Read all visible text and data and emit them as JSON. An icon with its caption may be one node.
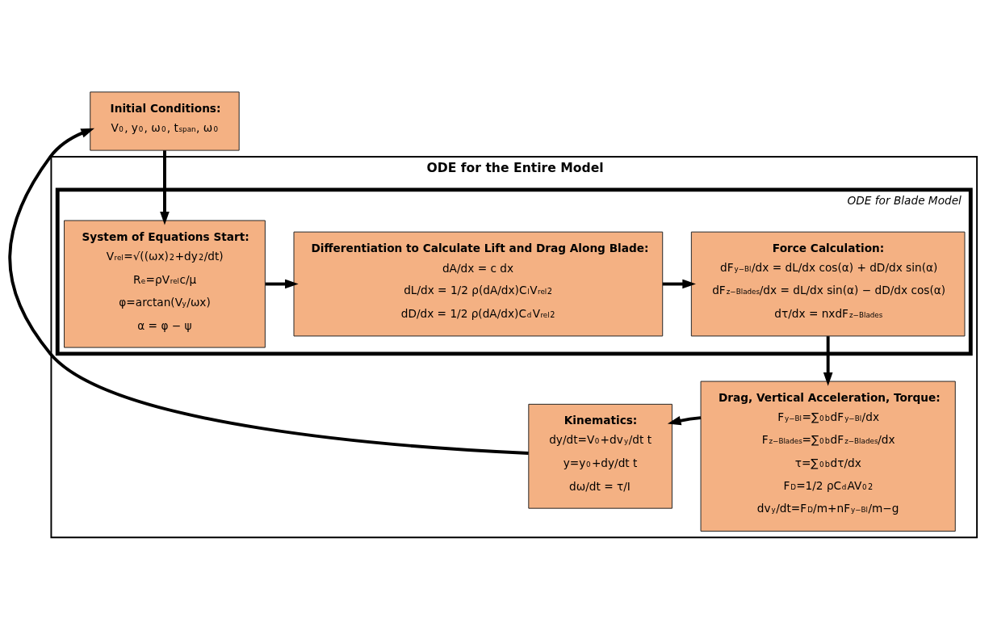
{
  "diagram": {
    "nodes": [
      {
        "text": [
          "ODE for the Entire Model"
        ]
      },
      {
        "text": [
          "Initial Conditions:",
          "V$_{0}$, y$_{0}$, ω$_{0}$, t$_{span}$, ω$_{0}$"
        ]
      },
      {
        "text": [
          "ODE for Blade Model"
        ],
        "in": 0
      },
      {
        "text": [
          "System of Equations Start:",
          "V$_{rel}$=√((ωx)$^{2}$+dy$^{2}$/dt)",
          "R$_{e}$=ρV$_{rel}$c/μ",
          "φ=arctan(V$_{y}$/ωx)",
          "α = φ − ψ"
        ],
        "in": 2
      },
      {
        "text": [
          "Differentiation to Calculate Lift and Drag Along Blade:",
          "dA/dx = c dx",
          "dL/dx = 1/2 ρ(dA/dx)C$_{l}$V$_{rel}$$^{2}$",
          "dD/dx = 1/2 ρ(dA/dx)C$_{d}$V$_{rel}$$^{2}$"
        ],
        "in": 2
      },
      {
        "text": [
          "Force Calculation:",
          "dF$_{y−Bl}$/dx = dL/dx cos(α) + dD/dx sin(α)",
          "dF$_{z−Blades}$/dx = dL/dx sin(α) − dD/dx cos(α)",
          "dτ/dx = nxdF$_{z−Blades}$"
        ],
        "in": 2
      },
      {
        "text": [
          "Drag, Vertical Acceleration, Torque:",
          "F$_{y−Bl}$=∑$_{0}$$^{b}$dF$_{y−Bl}$/dx",
          "F$_{z−Blades}$=∑$_{0}$$^{b}$dF$_{z−Blades}$/dx",
          "τ=∑$_{0}$$^{b}$dτ/dx",
          "F$_{D}$=1/2 ρC$_{d}$AV$_{0}$$^{2}$",
          "dv$_{y}$/dt=F$_{D}$/m+nF$_{y−Bl}$/m−g"
        ],
        "in": 0
      },
      {
        "text": [
          "Kinematics:",
          "dy/dt=V$_{0}$+dv$_{y}$/dt t",
          "y=y$_{0}$+dy/dt t",
          "dω/dt = τ/I"
        ],
        "in": 0
      }
    ],
    "edges": [
      {
        "from": 1,
        "to": 3,
        "arrow": "to"
      },
      {
        "from": 3,
        "to": 4,
        "arrow": "to"
      },
      {
        "from": 4,
        "to": 5,
        "arrow": "to"
      },
      {
        "from": 5,
        "to": 6,
        "arrow": "to"
      },
      {
        "from": 6,
        "to": 7,
        "arrow": "to"
      },
      {
        "from": 7,
        "to": 1,
        "arrow": "to"
      }
    ]
  }
}
